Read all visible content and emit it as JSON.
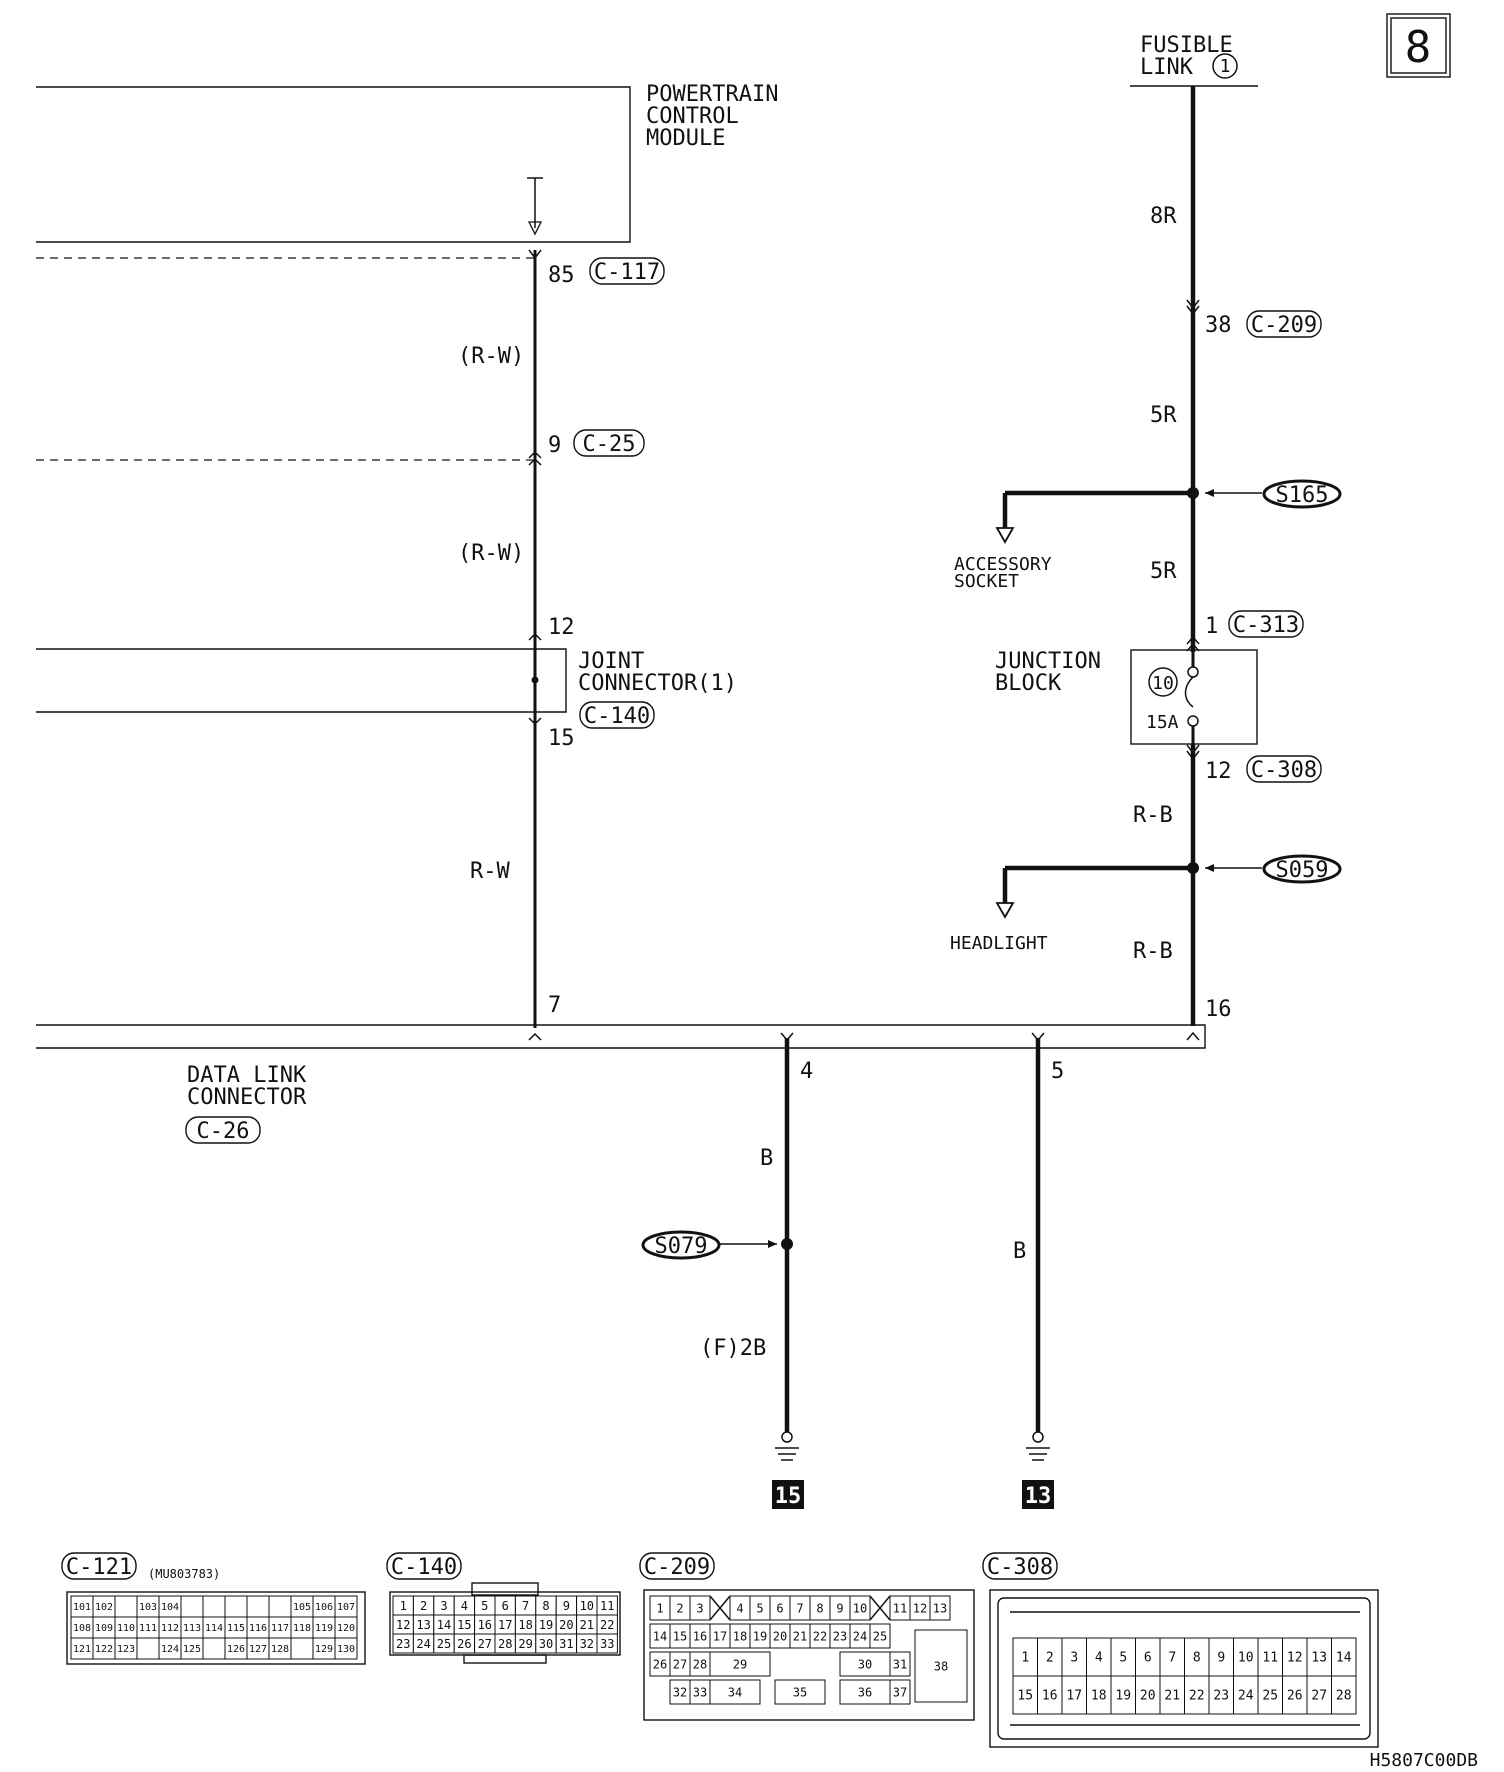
{
  "page_number": "8",
  "figure_id": "H5807C00DB",
  "components": {
    "pcm": [
      "POWERTRAIN",
      "CONTROL",
      "MODULE"
    ],
    "fusible_link": [
      "FUSIBLE",
      "LINK"
    ],
    "fusible_link_number": "1",
    "joint_connector": [
      "JOINT",
      "CONNECTOR(1)"
    ],
    "junction_block": [
      "JUNCTION",
      "BLOCK"
    ],
    "data_link_connector": [
      "DATA LINK",
      "CONNECTOR"
    ],
    "accessory_socket": [
      "ACCESSORY",
      "SOCKET"
    ],
    "headlight": "HEADLIGHT",
    "fuse_number": "10",
    "fuse_rating": "15A"
  },
  "connectors": {
    "c117": "C-117",
    "c25": "C-25",
    "c140": "C-140",
    "c26": "C-26",
    "c209": "C-209",
    "c313": "C-313",
    "c308": "C-308",
    "c121": "C-121"
  },
  "pins": {
    "p85": "85",
    "p9": "9",
    "p12": "12",
    "p15": "15",
    "p7": "7",
    "p38": "38",
    "p1": "1",
    "p12b": "12",
    "p16": "16",
    "p4": "4",
    "p5": "5"
  },
  "wires": {
    "rw1": "(R-W)",
    "rw2": "(R-W)",
    "rw3": "R-W",
    "r8": "8R",
    "r5a": "5R",
    "r5b": "5R",
    "rb1": "R-B",
    "rb2": "R-B",
    "b1": "B",
    "b2": "B",
    "fb2": "(F)2B"
  },
  "splices": {
    "s165": "S165",
    "s059": "S059",
    "s079": "S079"
  },
  "grounds": {
    "g15": "15",
    "g13": "13"
  },
  "part_number": "(MU803783)",
  "c121_rows": [
    [
      "101",
      "102",
      "",
      "103",
      "104",
      "",
      "",
      "",
      "",
      "",
      "105",
      "106",
      "107"
    ],
    [
      "108",
      "109",
      "110",
      "111",
      "112",
      "113",
      "114",
      "115",
      "116",
      "117",
      "118",
      "119",
      "120"
    ],
    [
      "121",
      "122",
      "123",
      "",
      "124",
      "125",
      "",
      "126",
      "127",
      "128",
      "",
      "129",
      "130"
    ]
  ],
  "c140_rows": [
    [
      "1",
      "2",
      "3",
      "4",
      "5",
      "6",
      "7",
      "8",
      "9",
      "10",
      "11"
    ],
    [
      "12",
      "13",
      "14",
      "15",
      "16",
      "17",
      "18",
      "19",
      "20",
      "21",
      "22"
    ],
    [
      "23",
      "24",
      "25",
      "26",
      "27",
      "28",
      "29",
      "30",
      "31",
      "32",
      "33"
    ]
  ],
  "c209_labels": [
    "1",
    "2",
    "3",
    "4",
    "5",
    "6",
    "7",
    "8",
    "9",
    "10",
    "11",
    "12",
    "13",
    "14",
    "15",
    "16",
    "17",
    "18",
    "19",
    "20",
    "21",
    "22",
    "23",
    "24",
    "25",
    "26",
    "27",
    "28",
    "29",
    "30",
    "31",
    "32",
    "33",
    "34",
    "35",
    "36",
    "37",
    "38"
  ],
  "c308_rows": [
    [
      "1",
      "2",
      "3",
      "4",
      "5",
      "6",
      "7",
      "8",
      "9",
      "10",
      "11",
      "12",
      "13",
      "14"
    ],
    [
      "15",
      "16",
      "17",
      "18",
      "19",
      "20",
      "21",
      "22",
      "23",
      "24",
      "25",
      "26",
      "27",
      "28"
    ]
  ]
}
